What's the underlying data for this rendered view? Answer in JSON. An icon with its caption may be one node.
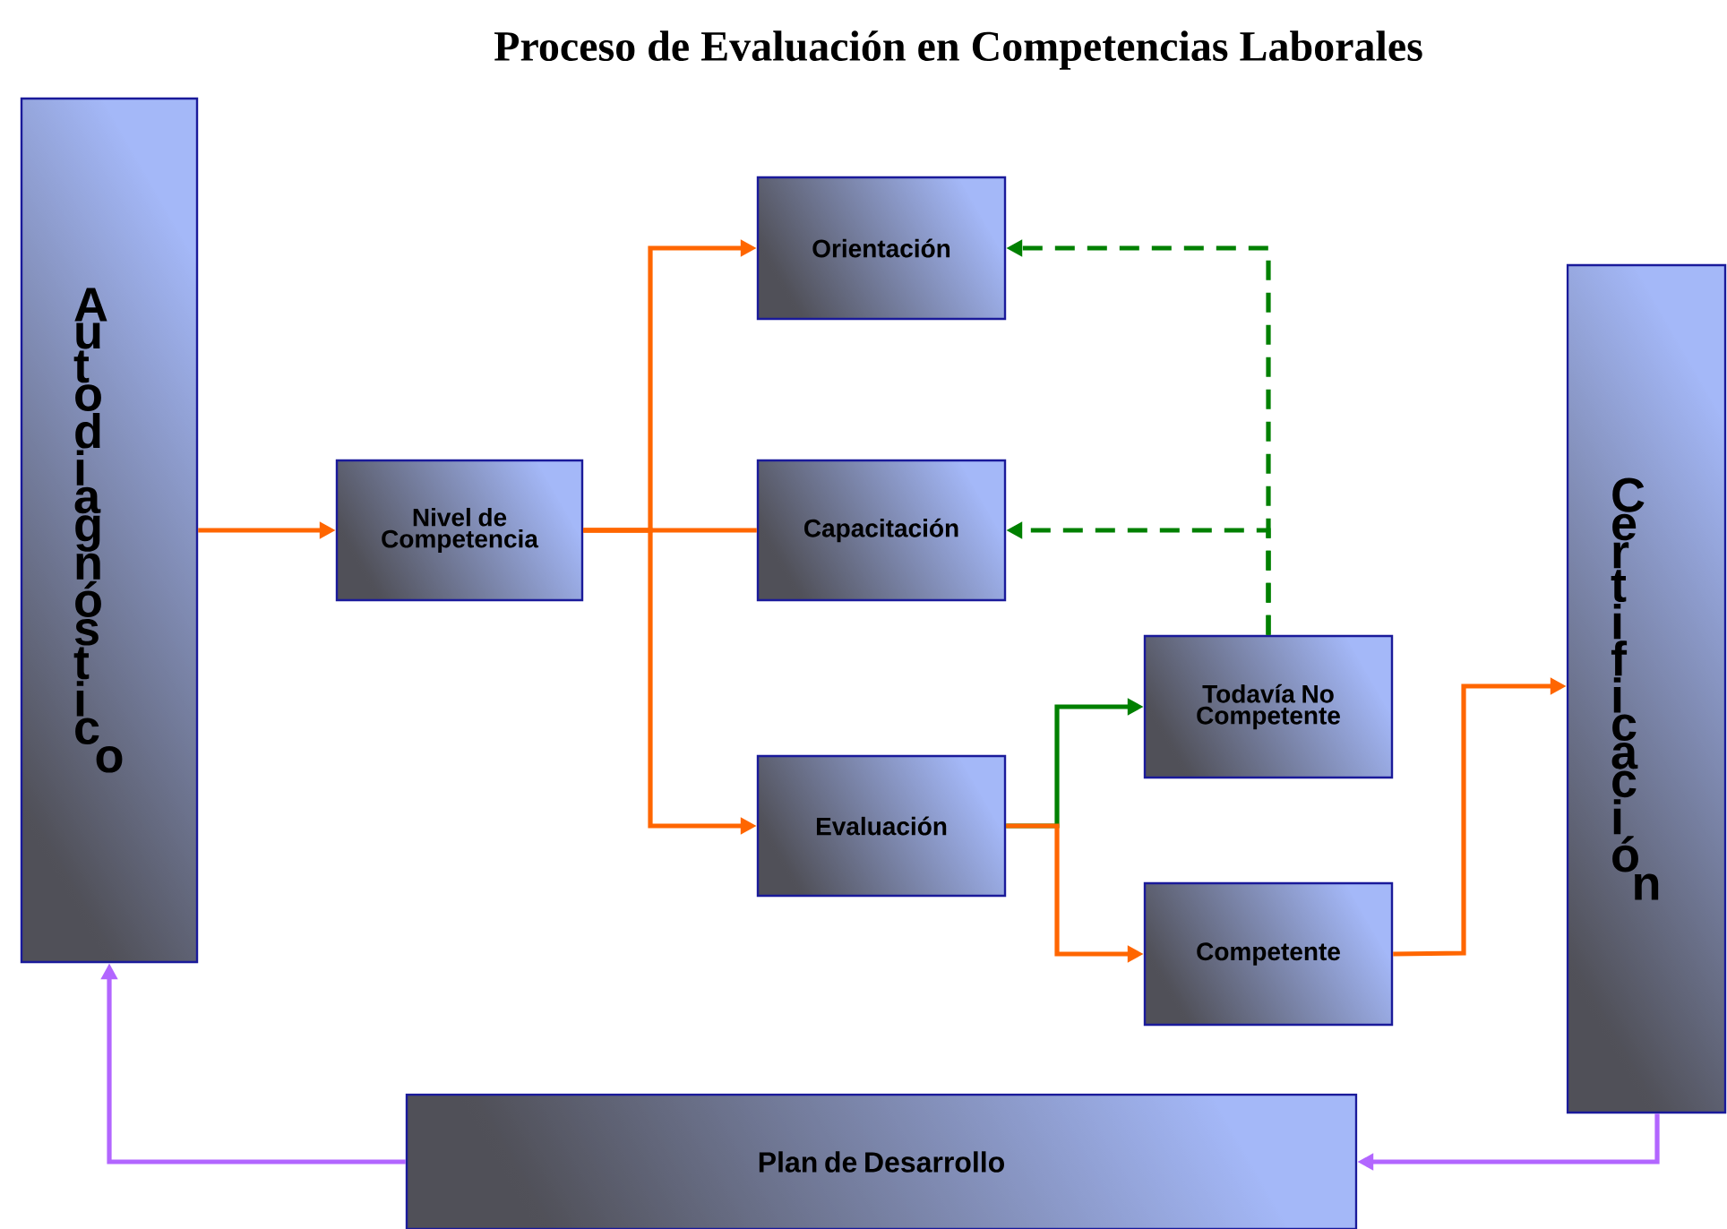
{
  "diagram": {
    "title": "Proceso de Evaluación en Competencias Laborales",
    "nodes": [
      {
        "text": [
          "Autodiagnóstico"
        ]
      },
      {
        "text": [
          "Nivel de Competencia"
        ]
      },
      {
        "text": [
          "Orientación"
        ]
      },
      {
        "text": [
          "Capacitación"
        ]
      },
      {
        "text": [
          "Evaluación"
        ]
      },
      {
        "text": [
          "Todavía No Competente"
        ]
      },
      {
        "text": [
          "Competente"
        ]
      },
      {
        "text": [
          "Certificación"
        ]
      },
      {
        "text": [
          "Plan de Desarrollo"
        ]
      }
    ],
    "edges": [
      {
        "from": 0,
        "to": 1,
        "arrow": "to"
      },
      {
        "from": 1,
        "to": 2,
        "arrow": "to"
      },
      {
        "from": 1,
        "to": 3,
        "arrow": "none"
      },
      {
        "from": 1,
        "to": 4,
        "arrow": "to"
      },
      {
        "from": 4,
        "to": 5,
        "arrow": "to",
        "color": "#008000"
      },
      {
        "from": 4,
        "to": 6,
        "arrow": "to"
      },
      {
        "from": 5,
        "to": 2,
        "arrow": "to",
        "style": "dashed",
        "color": "#008000"
      },
      {
        "from": 5,
        "to": 3,
        "arrow": "to",
        "style": "dashed",
        "color": "#008000"
      },
      {
        "from": 6,
        "to": 7,
        "arrow": "to"
      },
      {
        "from": 7,
        "to": 8,
        "arrow": "to",
        "color": "#b266ff"
      },
      {
        "from": 8,
        "to": 0,
        "arrow": "to",
        "color": "#b266ff"
      }
    ]
  }
}
